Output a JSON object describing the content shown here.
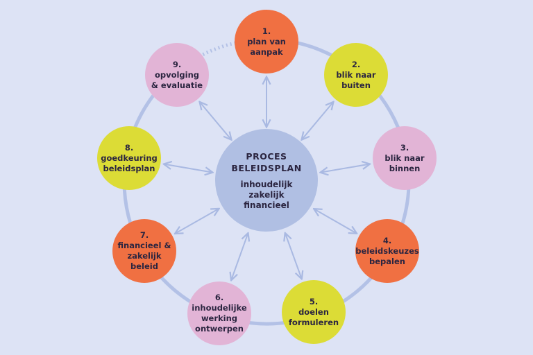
{
  "center": {
    "title_lines": [
      "PROCES",
      "BELEIDSPLAN"
    ],
    "subtitle_lines": [
      "inhoudelijk",
      "zakelijk",
      "financieel"
    ]
  },
  "steps": [
    {
      "number": "1.",
      "lines": [
        "plan van",
        "aanpak"
      ],
      "color": "#f07042"
    },
    {
      "number": "2.",
      "lines": [
        "blik naar",
        "buiten"
      ],
      "color": "#dcdc36"
    },
    {
      "number": "3.",
      "lines": [
        "blik naar",
        "binnen"
      ],
      "color": "#e2b4d6"
    },
    {
      "number": "4.",
      "lines": [
        "beleidskeuzes",
        "bepalen"
      ],
      "color": "#f07042"
    },
    {
      "number": "5.",
      "lines": [
        "doelen",
        "formuleren"
      ],
      "color": "#dcdc36"
    },
    {
      "number": "6.",
      "lines": [
        "inhoudelijke",
        "werking",
        "ontwerpen"
      ],
      "color": "#e2b4d6"
    },
    {
      "number": "7.",
      "lines": [
        "financieel &",
        "zakelijk",
        "beleid"
      ],
      "color": "#f07042"
    },
    {
      "number": "8.",
      "lines": [
        "goedkeuring",
        "beleidsplan"
      ],
      "color": "#dcdc36"
    },
    {
      "number": "9.",
      "lines": [
        "opvolging",
        "& evaluatie"
      ],
      "color": "#e2b4d6"
    }
  ],
  "colors": {
    "background": "#dde3f5",
    "ring": "#b3c1e6",
    "center": "#b0bfe3",
    "arrow": "#a9b9e2"
  }
}
